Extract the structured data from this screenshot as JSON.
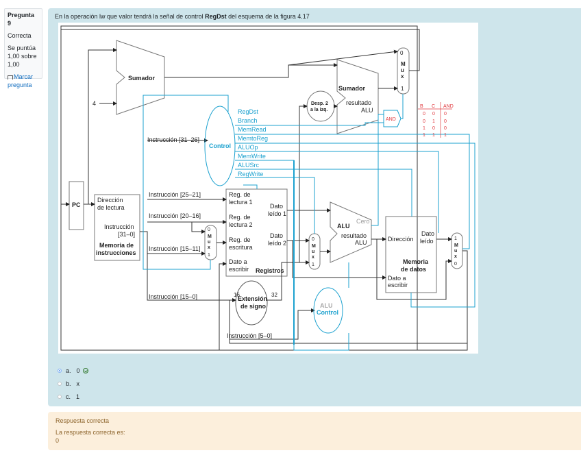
{
  "question_info": {
    "number_label": "Pregunta 9",
    "state": "Correcta",
    "grade_line1": "Se puntúa",
    "grade_line2": "1,00 sobre",
    "grade_line3": "1,00",
    "flag_line1": "Marcar",
    "flag_line2": "pregunta"
  },
  "question": {
    "text_before": "En la operación lw que valor tendrá la señal de control ",
    "text_bold": "RegDst",
    "text_after": " del esquema de la figura 4.17"
  },
  "figure": {
    "sumador_top": "Sumador",
    "const_four": "4",
    "sumador_branch": "Sumador",
    "resultado_alu_1": "resultado",
    "resultado_alu_2": "ALU",
    "desp_1": "Desp. 2",
    "desp_2": "a la izq.",
    "mux_top_0": "0",
    "mux_top_1": "1",
    "mux_letters": [
      "M",
      "u",
      "x"
    ],
    "and_label": "AND",
    "truth_table": {
      "headers": [
        "B",
        "C",
        "AND"
      ],
      "rows": [
        [
          "0",
          "0",
          "0"
        ],
        [
          "0",
          "1",
          "0"
        ],
        [
          "1",
          "0",
          "0"
        ],
        [
          "1",
          "1",
          "1"
        ]
      ]
    },
    "control": "Control",
    "signals": [
      "RegDst",
      "Branch",
      "MemRead",
      "MemtoReg",
      "ALUOp",
      "MemWrite",
      "ALUSrc",
      "RegWrite"
    ],
    "instr_31_26": "Instrucción [31–26]",
    "instr_25_21": "Instrucción [25–21]",
    "instr_20_16": "Instrucción [20–16]",
    "instr_15_11": "Instrucción [15–11]",
    "instr_15_0": "Instrucción [15–0]",
    "instr_5_0": "Instrucción [5–0]",
    "pc": "PC",
    "imem_addr_1": "Dirección",
    "imem_addr_2": "de lectura",
    "imem_instr_1": "Instrucción",
    "imem_instr_2": "[31–0]",
    "imem_name_1": "Memoria de",
    "imem_name_2": "instrucciones",
    "reg_read1_1": "Reg. de",
    "reg_read1_2": "lectura 1",
    "reg_read2_1": "Reg. de",
    "reg_read2_2": "lectura 2",
    "reg_write_1": "Reg. de",
    "reg_write_2": "escritura",
    "reg_data_1": "Dato a",
    "reg_data_2": "escribir",
    "reg_out1_1": "Dato",
    "reg_out1_2": "leído 1",
    "reg_out2_1": "Dato",
    "reg_out2_2": "leído 2",
    "registros": "Registros",
    "alu": "ALU",
    "cero": "Cero",
    "alu_result_1": "resultado",
    "alu_result_2": "ALU",
    "dmem_addr": "Dirección",
    "dmem_read_1": "Dato",
    "dmem_read_2": "leído",
    "dmem_name_1": "Memoria",
    "dmem_name_2": "de datos",
    "dmem_write_1": "Dato a",
    "dmem_write_2": "escribir",
    "sign_ext_1": "Extensión",
    "sign_ext_2": "de signo",
    "bits_16": "16",
    "bits_32": "32",
    "alu_control_1": "ALU",
    "alu_control_2": "Control"
  },
  "answers": [
    {
      "letter": "a.",
      "text": "0",
      "selected": true,
      "correct": true
    },
    {
      "letter": "b.",
      "text": "x",
      "selected": false,
      "correct": false
    },
    {
      "letter": "c.",
      "text": "1",
      "selected": false,
      "correct": false
    }
  ],
  "feedback": {
    "status": "Respuesta correcta",
    "correct_label": "La respuesta correcta es:",
    "correct_value": "0"
  },
  "colors": {
    "formulation_bg": "#cee5eb",
    "feedback_bg": "#fcefdc",
    "control_blue": "#1ba1cf",
    "annotation_red": "#e0393e",
    "link": "#0f6cbf"
  }
}
